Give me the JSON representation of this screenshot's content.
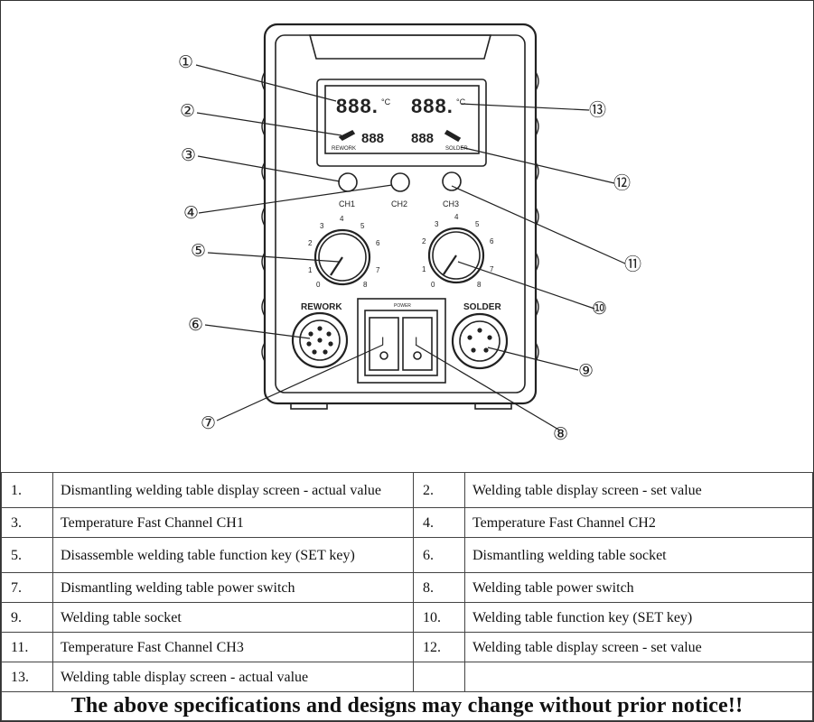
{
  "diagram": {
    "callouts": [
      "①",
      "②",
      "③",
      "④",
      "⑤",
      "⑥",
      "⑦",
      "⑧",
      "⑨",
      "⑩",
      "⑪",
      "⑫",
      "⑬"
    ],
    "display": {
      "left_big": "888.",
      "right_big": "888.",
      "left_small": "888",
      "right_small": "888",
      "left_mode": "REWORK",
      "right_mode": "SOLDER"
    },
    "buttons": [
      "CH1",
      "CH2",
      "CH3"
    ],
    "left_knob_scale": [
      "0",
      "1",
      "2",
      "3",
      "4",
      "5",
      "6",
      "7",
      "8"
    ],
    "right_knob_scale": [
      "0",
      "1",
      "2",
      "3",
      "4",
      "5",
      "6",
      "7",
      "8"
    ],
    "rework_label": "REWORK",
    "solder_label": "SOLDER",
    "power_label": "POWER",
    "switch_on": "I",
    "switch_off": "O"
  },
  "table": {
    "rows": [
      {
        "n1": "1.",
        "t1": "Dismantling welding table display screen - actual value",
        "n2": "2.",
        "t2": "Welding table display screen - set value"
      },
      {
        "n1": "3.",
        "t1": "Temperature Fast Channel CH1",
        "n2": "4.",
        "t2": "Temperature Fast Channel CH2"
      },
      {
        "n1": "5.",
        "t1": "Disassemble welding table function key (SET key)",
        "n2": "6.",
        "t2": "Dismantling welding table socket"
      },
      {
        "n1": "7.",
        "t1": "Dismantling welding table power switch",
        "n2": "8.",
        "t2": "Welding table power switch"
      },
      {
        "n1": "9.",
        "t1": "Welding table socket",
        "n2": "10.",
        "t2": "Welding table function key (SET key)"
      },
      {
        "n1": "11.",
        "t1": "Temperature Fast Channel CH3",
        "n2": "12.",
        "t2": "Welding table display screen - set value"
      },
      {
        "n1": "13.",
        "t1": "Welding table display screen - actual value",
        "n2": "",
        "t2": ""
      }
    ]
  },
  "notice": "The above specifications and designs may change without prior notice!!"
}
